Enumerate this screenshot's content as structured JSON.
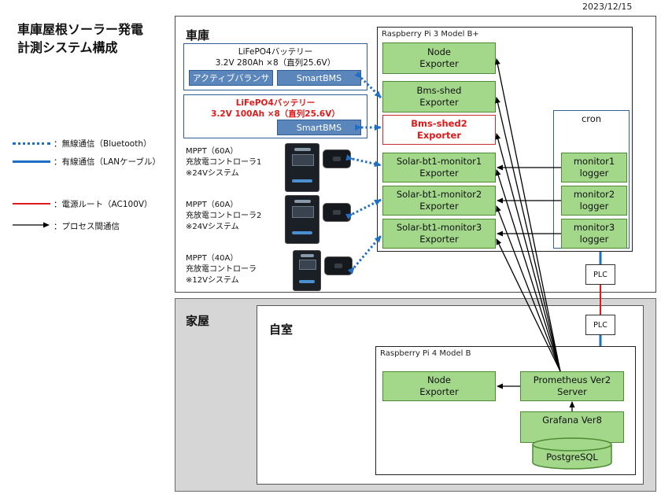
{
  "date": "2023/12/15",
  "title": [
    "車庫屋根ソーラー発電",
    "計測システム構成"
  ],
  "legend": [
    {
      "label": "：無線通信（Bluetooth）",
      "color": "#1f6fc4",
      "style": "dotted"
    },
    {
      "label": "：有線通信（LANケーブル）",
      "color": "#1f6fc4",
      "style": "solid"
    },
    {
      "label": "：電源ルート（AC100V）",
      "color": "#e01a1a",
      "style": "solid"
    },
    {
      "label": "：プロセス間通信",
      "color": "#000000",
      "style": "arrow"
    }
  ],
  "garage": {
    "label": "車庫",
    "battery1": {
      "title": "LiFePO4バッテリー",
      "spec": "3.2V  280Ah  ×8（直列25.6V）",
      "balancer": "アクティブバランサ",
      "bms": "SmartBMS"
    },
    "battery2": {
      "title": "LiFePO4バッテリー",
      "spec": "3.2V  100Ah  ×8（直列25.6V）",
      "bms": "SmartBMS"
    },
    "mppt": [
      {
        "line1": "MPPT（60A）",
        "line2": "充放電コントローラ1",
        "line3": "※24Vシステム"
      },
      {
        "line1": "MPPT（60A）",
        "line2": "充放電コントローラ2",
        "line3": "※24Vシステム"
      },
      {
        "line1": "MPPT（40A）",
        "line2": "充放電コントローラ",
        "line3": "※12Vシステム"
      }
    ],
    "pi3": {
      "label": "Raspberry  Pi 3 Model B+",
      "node": [
        "Node",
        "Exporter"
      ],
      "bms_shed": [
        "Bms-shed",
        "Exporter"
      ],
      "bms_shed2": [
        "Bms-shed2",
        "Exporter"
      ],
      "solar": [
        [
          "Solar-bt1-monitor1",
          "Exporter"
        ],
        [
          "Solar-bt1-monitor2",
          "Exporter"
        ],
        [
          "Solar-bt1-monitor3",
          "Exporter"
        ]
      ],
      "cron": {
        "label": "cron",
        "items": [
          [
            "monitor1",
            "logger"
          ],
          [
            "monitor2",
            "logger"
          ],
          [
            "monitor3",
            "logger"
          ]
        ]
      }
    }
  },
  "plc": [
    "PLC",
    "PLC"
  ],
  "house": {
    "label": "家屋",
    "room": {
      "label": "自室",
      "pi4": {
        "label": "Raspberry  Pi 4 Model B",
        "node": [
          "Node",
          "Exporter"
        ],
        "prometheus": [
          "Prometheus Ver2",
          "Server"
        ],
        "grafana": "Grafana Ver8",
        "postgres": "PostgreSQL"
      }
    }
  },
  "colors": {
    "green_fill": "#a3d88b",
    "green_border": "#4c8a34",
    "blue_button": "#5b86bb",
    "wireless": "#1f6fc4",
    "power": "#e01a1a",
    "region_gray": "#d6d6d6"
  }
}
